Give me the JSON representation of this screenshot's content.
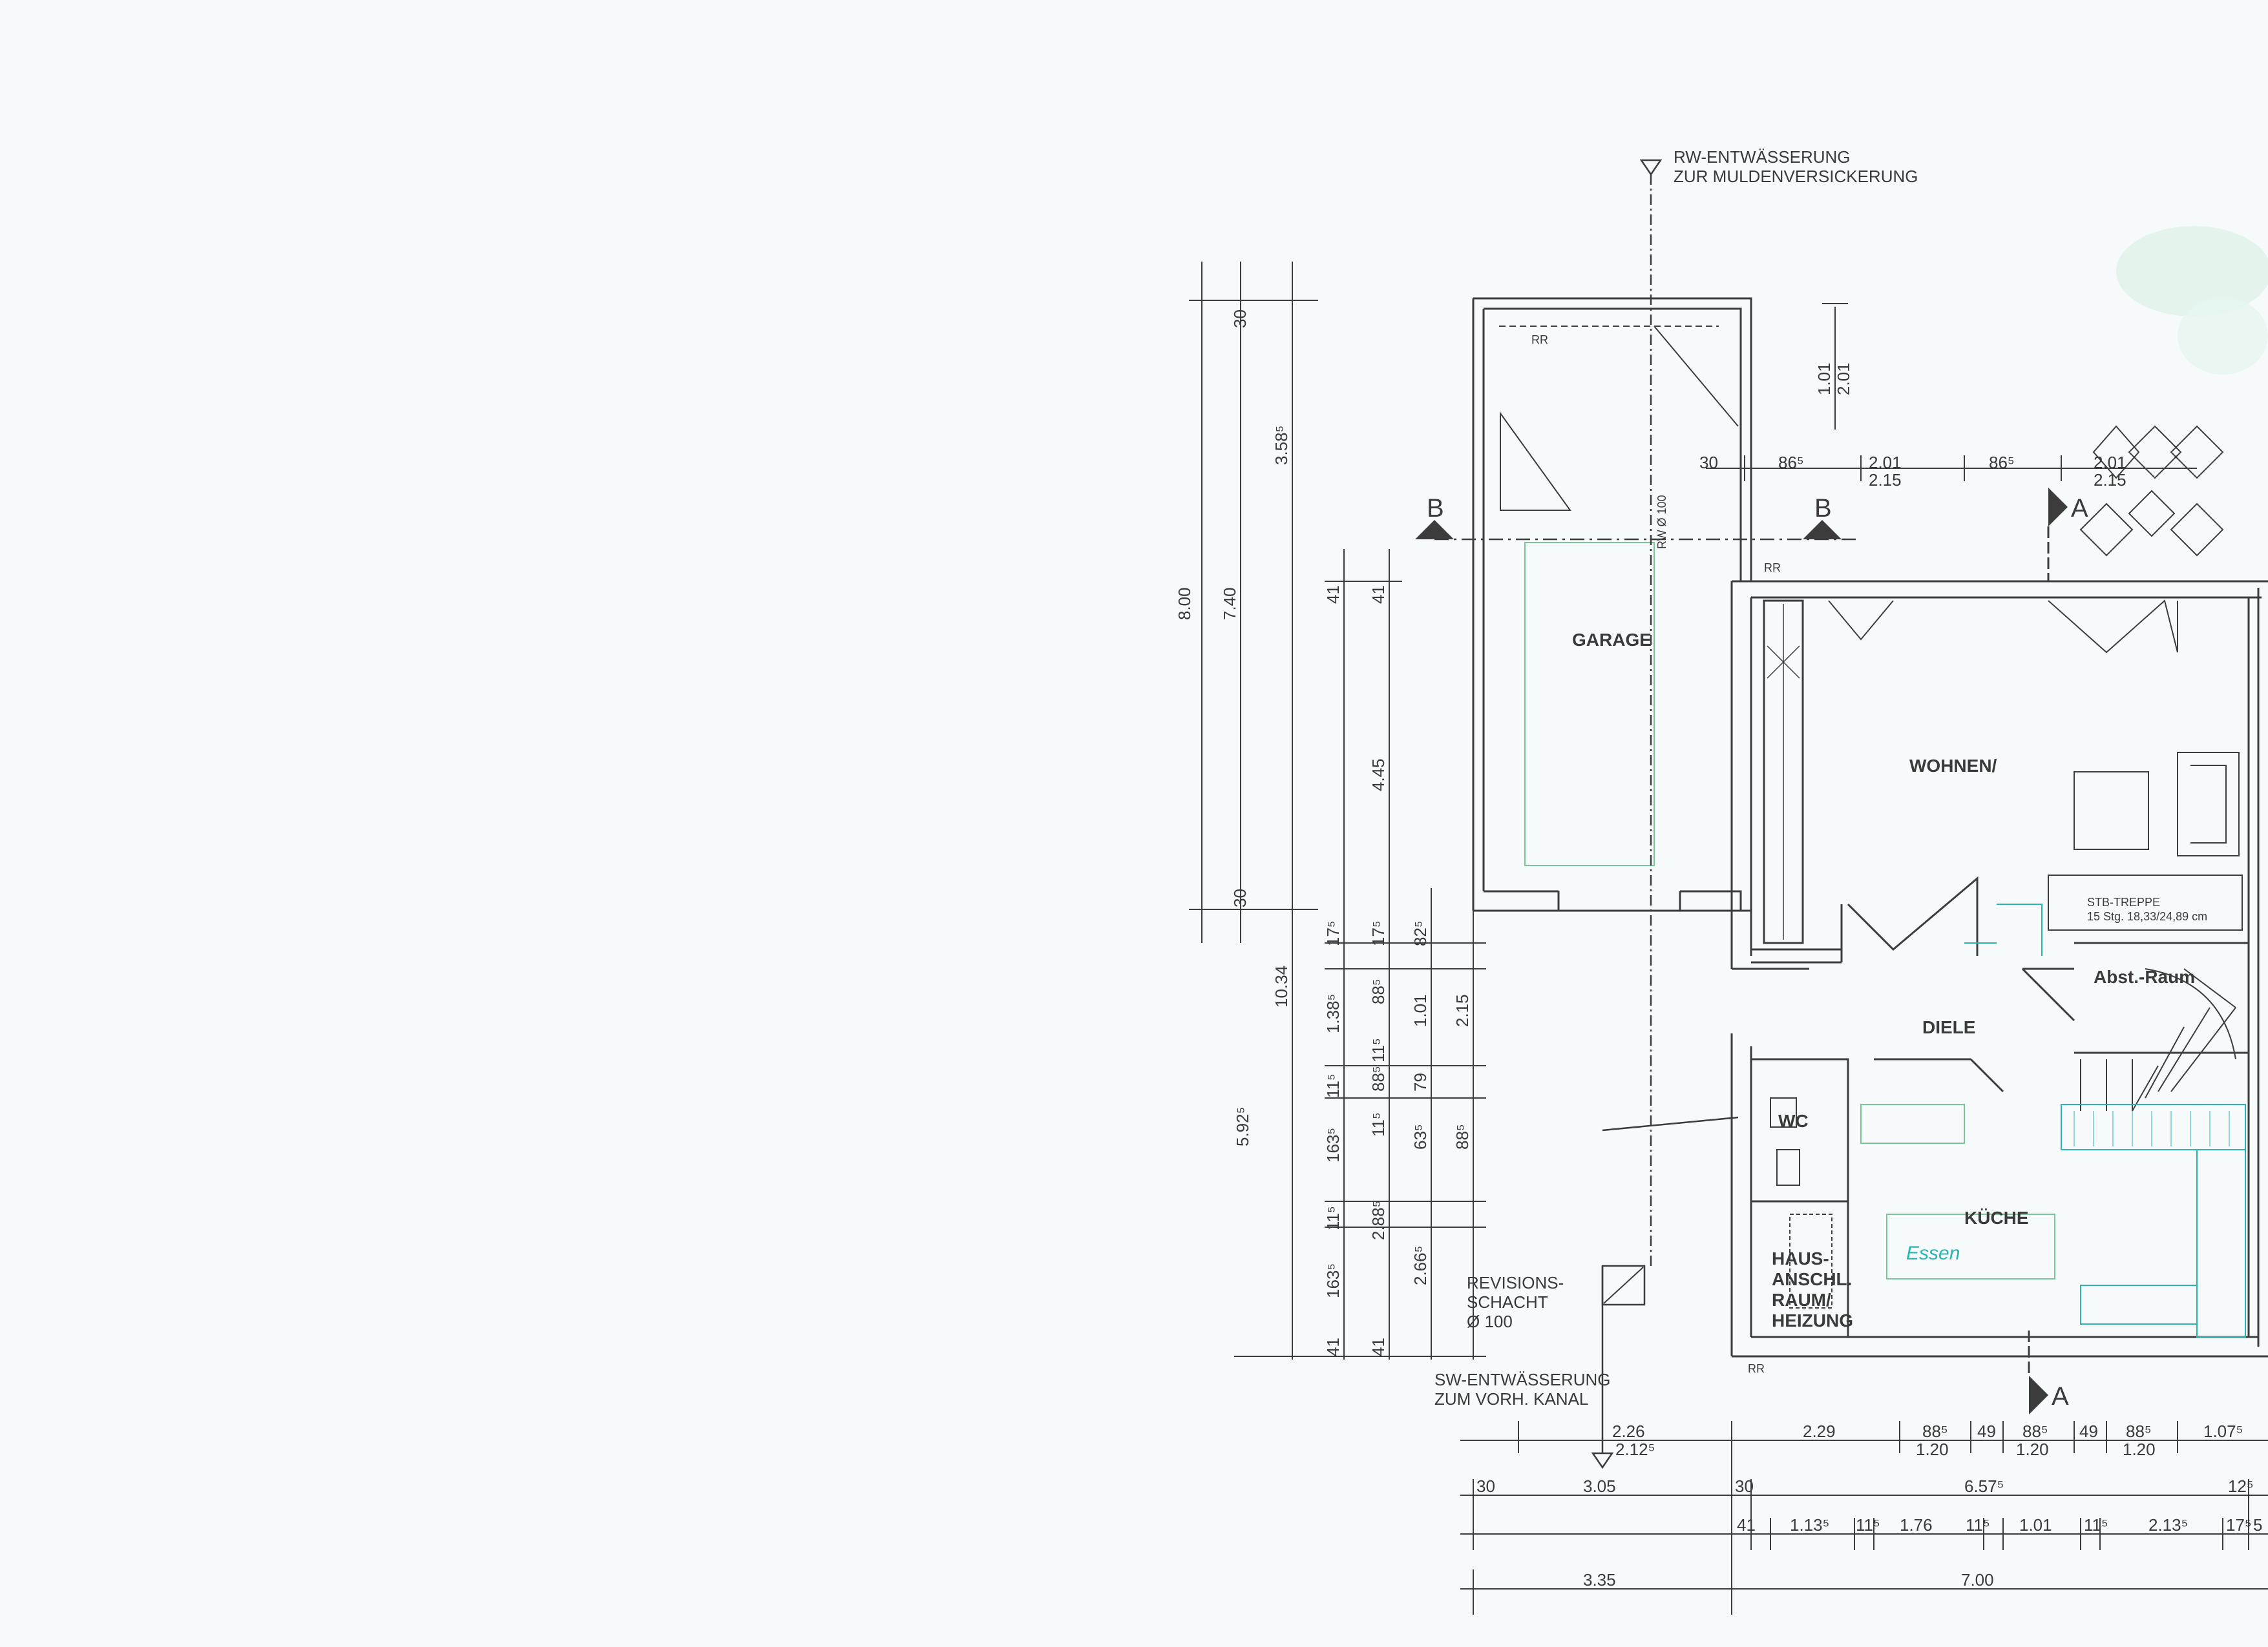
{
  "drainage": {
    "top_line1": "RW-ENTWÄSSERUNG",
    "top_line2": "ZUR MULDENVERSICKERUNG",
    "pipe_label": "RW Ø 100",
    "bottom_line1": "SW-ENTWÄSSERUNG",
    "bottom_line2": "ZUM VORH. KANAL",
    "shaft_line1": "REVISIONS-",
    "shaft_line2": "SCHACHT",
    "shaft_line3": "Ø 100",
    "rr": "RR"
  },
  "rooms": {
    "garage": "GARAGE",
    "wohnen": "WOHNEN/",
    "diele": "DIELE",
    "wc": "WC",
    "kueche": "KÜCHE",
    "essen": "Essen",
    "abst": "Abst.-Raum",
    "haus1": "HAUS-",
    "haus2": "ANSCHL.",
    "haus3": "RAUM/",
    "haus4": "HEIZUNG",
    "stair1": "STB-TREPPE",
    "stair2": "15 Stg. 18,33/24,89 cm"
  },
  "sections": {
    "a": "A",
    "b": "B"
  },
  "dims_vertical": {
    "col1": [
      "8.00"
    ],
    "col2": [
      "7.40",
      "30",
      "30"
    ],
    "col3": [
      "3.58⁵",
      "10.34",
      "5.92⁵"
    ],
    "col4": [
      "41",
      "17⁵",
      "1.38⁵",
      "11⁵",
      "163⁵",
      "11⁵",
      "163⁵",
      "41"
    ],
    "col5": [
      "41",
      "4.45",
      "17⁵",
      "88⁵",
      "11⁵",
      "88⁵",
      "11⁵",
      "2.88⁵",
      "41"
    ],
    "col6": [
      "82⁵",
      "1.01",
      "79",
      "63⁵",
      "2.66⁵"
    ],
    "col7": [
      "2.15",
      "88⁵"
    ],
    "door": [
      "1.01",
      "2.01"
    ]
  },
  "dims_top": [
    "30",
    "86⁵",
    "2.01",
    "2.15",
    "86⁵",
    "2.01",
    "2.15"
  ],
  "dims_bottom": {
    "row1": [
      "2.26",
      "2.12⁵",
      "2.29",
      "88⁵",
      "1.20",
      "49",
      "88⁵",
      "1.20",
      "49",
      "88⁵",
      "1.20",
      "1.07⁵"
    ],
    "row2": [
      "30",
      "3.05",
      "30",
      "6.57⁵",
      "12⁵"
    ],
    "row3": [
      "41",
      "1.13⁵",
      "11⁵",
      "1.76",
      "11⁵",
      "1.01",
      "11⁵",
      "2.13⁵",
      "17⁵",
      "5"
    ],
    "row4": [
      "3.35",
      "7.00"
    ]
  },
  "colors": {
    "line": "#3c3c3c",
    "wall": "#555555",
    "accent": "#2ab3b3",
    "green": "#7cc59a"
  }
}
